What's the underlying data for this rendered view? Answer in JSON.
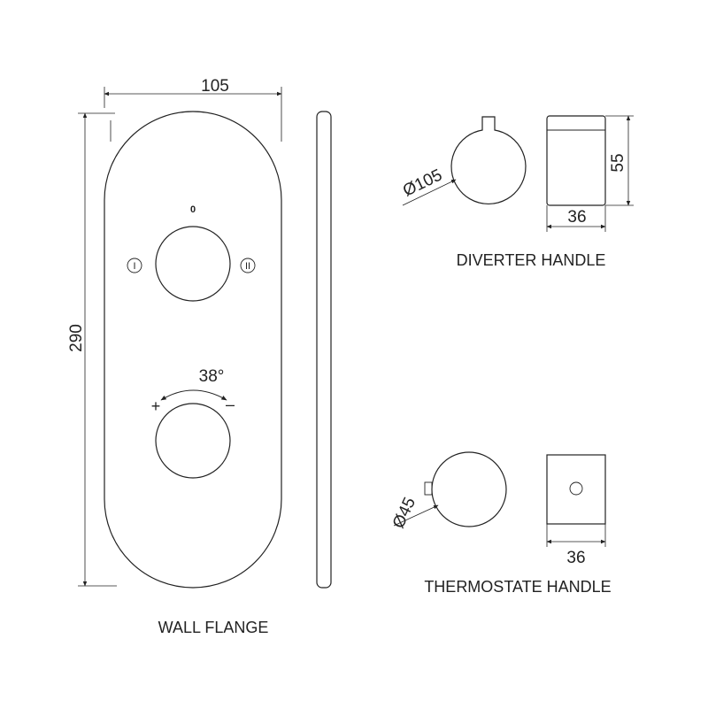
{
  "wall_flange": {
    "label": "WALL FLANGE",
    "width_dim": "105",
    "height_dim": "290",
    "position_0": "0",
    "position_1": "I",
    "position_2": "II",
    "rotation_angle": "38°",
    "plus_sign": "+",
    "minus_sign": "–"
  },
  "diverter_handle": {
    "label": "DIVERTER HANDLE",
    "diameter_dim": "Ø105",
    "height_dim": "55",
    "width_dim": "36"
  },
  "thermostate_handle": {
    "label": "THERMOSTATE HANDLE",
    "diameter_dim": "Ø45",
    "width_dim": "36"
  }
}
